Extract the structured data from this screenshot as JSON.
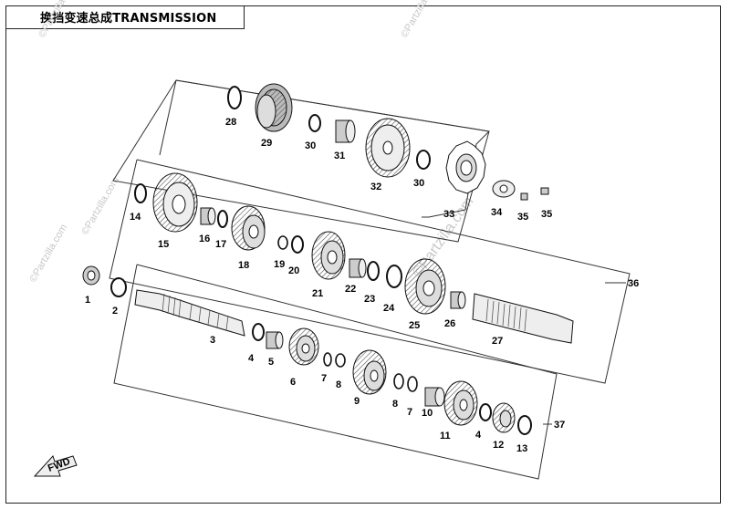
{
  "title": "换挡变速总成TRANSMISSION",
  "watermark": "©Partzilla.com",
  "fwd_label": "FWD",
  "callouts": [
    "1",
    "2",
    "3",
    "4",
    "4",
    "5",
    "6",
    "7",
    "7",
    "8",
    "8",
    "9",
    "10",
    "11",
    "12",
    "13",
    "14",
    "15",
    "16",
    "17",
    "18",
    "19",
    "20",
    "21",
    "22",
    "23",
    "24",
    "25",
    "26",
    "27",
    "28",
    "29",
    "30",
    "30",
    "31",
    "32",
    "33",
    "34",
    "35",
    "35",
    "36",
    "37"
  ]
}
